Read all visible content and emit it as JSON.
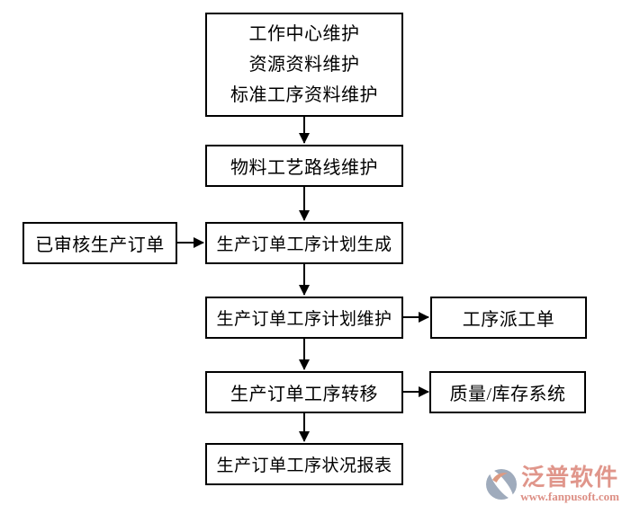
{
  "diagram": {
    "nodes": {
      "master_data": {
        "lines": [
          "工作中心维护",
          "资源资料维护",
          "标准工序资料维护"
        ]
      },
      "routing": {
        "label": "物料工艺路线维护"
      },
      "reviewed_order": {
        "label": "已审核生产订单"
      },
      "plan_generate": {
        "label": "生产订单工序计划生成"
      },
      "plan_maintain": {
        "label": "生产订单工序计划维护"
      },
      "dispatch_order": {
        "label": "工序派工单"
      },
      "transfer": {
        "label": "生产订单工序转移"
      },
      "quality_inventory": {
        "label": "质量/库存系统"
      },
      "status_report": {
        "label": "生产订单工序状况报表"
      }
    },
    "colors": {
      "box_border": "#000000",
      "text": "#000000",
      "background": "#ffffff"
    }
  },
  "logo": {
    "brand": "泛普软件",
    "website": "www.fanpusoft.com",
    "colors": {
      "brand_text": "#e0968b",
      "icon_gray": "#9fabbc",
      "icon_salmon": "#dd9a82"
    }
  }
}
